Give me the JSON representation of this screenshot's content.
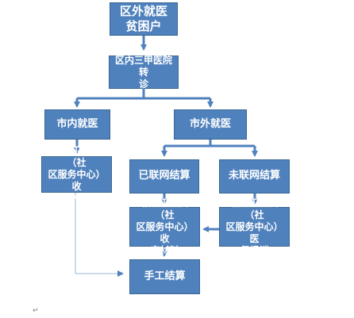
{
  "colors": {
    "box_fill": "#4f81bd",
    "box_border": "#3a6694",
    "text": "#ffffff",
    "arrow": "#4f81bd",
    "line": "#9bb5d9"
  },
  "nodes": {
    "poor_household": "区外就医\n贫困户",
    "referral": "区内三甲医院转\n诊",
    "in_city": "市内就医",
    "out_city": "市外就医",
    "clinic_collect_left": "辖区卫生院（社\n区服务中心）收\n齐材料",
    "networked": "已联网结算",
    "not_networked": "未联网结算",
    "clinic_collect_mid": "辖区卫生院（社\n区服务中心）收\n齐材料",
    "clinic_medical_insurance": "辖区卫生院（社\n区服务中心）医\n保报销",
    "manual_settlement": "手工结算"
  },
  "paragraph_mark": "↵"
}
